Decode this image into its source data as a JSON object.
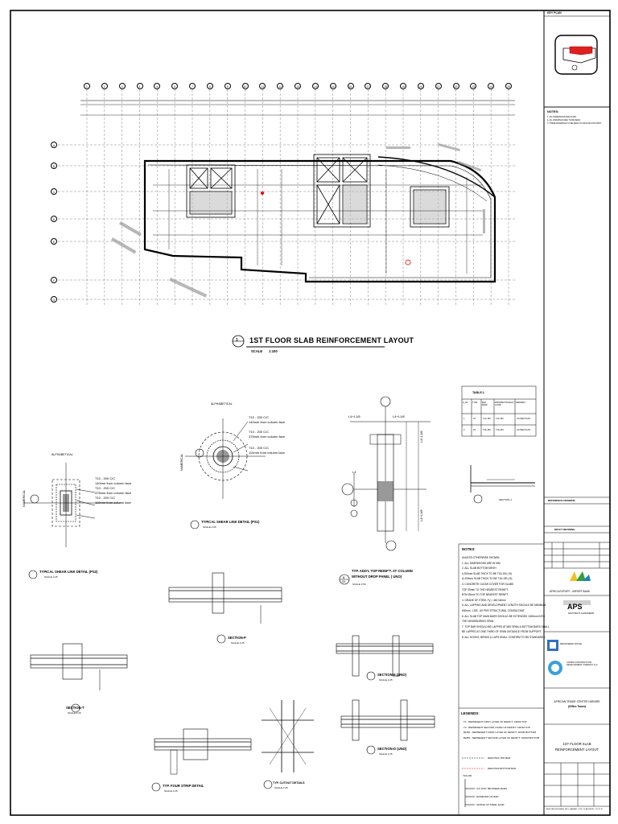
{
  "key_plan": {
    "label": "KEY PLAN"
  },
  "notes_small": {
    "title": "NOTES:",
    "items": [
      "1. ALL DIMENSIONS ARE IN MM.",
      "2. ALL DRAWINGS ARE TO BE READ",
      "3. THESE DRAWINGS TO BE READ IN CONJUNCTION WITH"
    ]
  },
  "plan": {
    "number": "1",
    "title": "1ST FLOOR SLAB REINFORCEMENT  LAYOUT",
    "scale_label": "SCALE",
    "scale_value": "1:100",
    "grid_columns": [
      "1",
      "2",
      "3",
      "4",
      "5",
      "6",
      "7",
      "8",
      "9",
      "10",
      "11",
      "12",
      "13",
      "14",
      "15",
      "16",
      "17",
      "18",
      "19",
      "20",
      "21",
      "22",
      "23",
      "24",
      "25"
    ],
    "grid_rows": [
      "A",
      "B",
      "C",
      "D",
      "E",
      "F",
      "G"
    ]
  },
  "details": {
    "ps2": {
      "caption": "TYPICAL SHEAR LINK DETAIL (PS2)",
      "scale": "SCALE   1:25",
      "alphabetical": "ALPHABETICAL",
      "numerical": "NUMERICAL",
      "labels": [
        "T10 - 200  C/C",
        "140mm from column face",
        "T10 - 200  C/C",
        "375mm from column face",
        "T10 - 200  C/C",
        "110mm from column face"
      ]
    },
    "ps1": {
      "caption": "TYPICAL SHEAR LINK DETAIL (PS1)",
      "scale": "SCALE   1:25",
      "alphabetical": "ALPHABETICAL",
      "numerical": "NUMERICAL",
      "labels": [
        "T10 - 200  C/C",
        "140mm from column face",
        "T10 - 200  C/C",
        "375mm from column face",
        "T10 - 200  C/C",
        "110mm from column face"
      ]
    },
    "reinf": {
      "num": "8",
      "sheet": "S3",
      "caption": "TYP. ADD'L TOP REINF'T. AT COLUMN",
      "caption2": "WITHOUT DROP PANEL ( UNO)",
      "scale": "SCALE   1:50",
      "dims": [
        "L4+L1/8",
        "L4+L1/8",
        "L4",
        "L4+L1/8",
        "L4+L1/8"
      ]
    },
    "section_t": {
      "caption": "SECTION-T",
      "scale": "SCALE   1:25"
    },
    "section_p": {
      "caption": "SECTION-P",
      "scale": "SCALE   1:25"
    },
    "section_e": {
      "caption": "SECTION-E (UNO)",
      "scale": "SCALE   1:25"
    },
    "section_d": {
      "caption": "SECTION-D (UNO)",
      "scale": "SCALE   1:25"
    },
    "section_1": {
      "caption": "SECTION-1"
    },
    "four_strip": {
      "caption": "TYP. FOUR STRIP DETAIL",
      "scale": "SCALE   1:25"
    },
    "cutout": {
      "caption": "TYP. CUTOUT DETAILS",
      "scale": "SCALE   1:25"
    }
  },
  "table1": {
    "title": "TABLE-1",
    "headers": [
      "S_NO",
      "TYPE",
      "BAR MARK",
      "DISTRIBUTION BAR / LAYER",
      "REMARKS"
    ],
    "rows": [
      [
        "1",
        "Z1",
        "T12-150",
        "T12-150",
        "AS PER PLAN"
      ],
      [
        "2",
        "Z2",
        "T16-150",
        "T16-150",
        "AS PER PLAN"
      ]
    ]
  },
  "notes": {
    "title": "NOTES:",
    "items": [
      "UNLESS OTHERWISE SHOWN:",
      "1.  ALL DIMENSIONS ARE IN MM",
      "2.  ALL SLAB BOTTOM MESH",
      "   i)  200mm SLAB THICK TO BE T16-150 ( B)",
      "   ii)  200mm SLAB THICK TO BE T16-150 ( B)",
      "3.  CONCRETE CLEAR COVER FOR SLABS",
      "   TOP  25mm TO THE NEAREST REINF'T.",
      "   BTM  25mm TO THE NEAREST REINF'T.",
      "4.  GRADE OF STEEL Fy = 460 N/mm²",
      "5.  ALL LAPPING AND DEVELOPMENT LENGTH SHOULD BE MINIMUM",
      "    600mm , LDB , AS PER STRUCTURAL CONSULTANT",
      "6.  ALL SLAB TOP MAIN BARS SHOULD BE EXTENDED 1000mm INTO",
      "    THE NEIGHBORING SPAN",
      "7.  TOP BAR SHOULD BE LAPPED AT MID SPAN & BOTTOM BARS SHALL",
      "    BE LAPPED AT ONE THIRD OF SPAN DISTANCE FROM SUPPORT",
      "8.  ALL HOOKS, BENDS & LAPS SHALL CONFIRM TO BS STANDARDS"
    ]
  },
  "legends": {
    "title": "LEGENDS:",
    "items": [
      "T1  - REPRESENT FIRST LAYER OF REINF'T. FROM TOP",
      "T2  - REPRESENT SECOND LAYER OF REINF'T. FROM TOP",
      "B1/B2 - REPRESENT FIRST LAYER OF REINF'T. FROM BOTTOM",
      "B2/B4 - REPRESENT SECOND LAYER OF REINF'T. FROM BOTTOM",
      "DENOTES TOP BAR",
      "DENOTES BOTTOM BAR",
      "C/C DIST. BETWEEN BARS",
      "DIAMETER OF BAR",
      "GRADE OF STEEL FeNR"
    ],
    "callout": "T16-200"
  },
  "title_block": {
    "reference_drawing": "REFERENCE DRAWING",
    "draft_drawing": "DRAFT DRAWING",
    "client": "AFRICA EXPORT - IMPORT BANK",
    "consultant": "APS",
    "consultant_sub": "ARCHITECTS & ENGINEERS",
    "registered": "REGISTERED OFFICE",
    "contractor": "UNITED CONSTRUCTION DEVELOPMENT COMPANY LLC",
    "project": "AFRICAN TRADE CENTER HARARE",
    "project_sub": "(Office Tower)",
    "drawing_title": "1ST FLOOR SLAB",
    "drawing_title2": "REINFORCEMENT  LAYOUT",
    "footer": "AFRICAN EXIM BANK (ATC) HARARE / STR / SLAB REINF / 1ST FLR"
  }
}
